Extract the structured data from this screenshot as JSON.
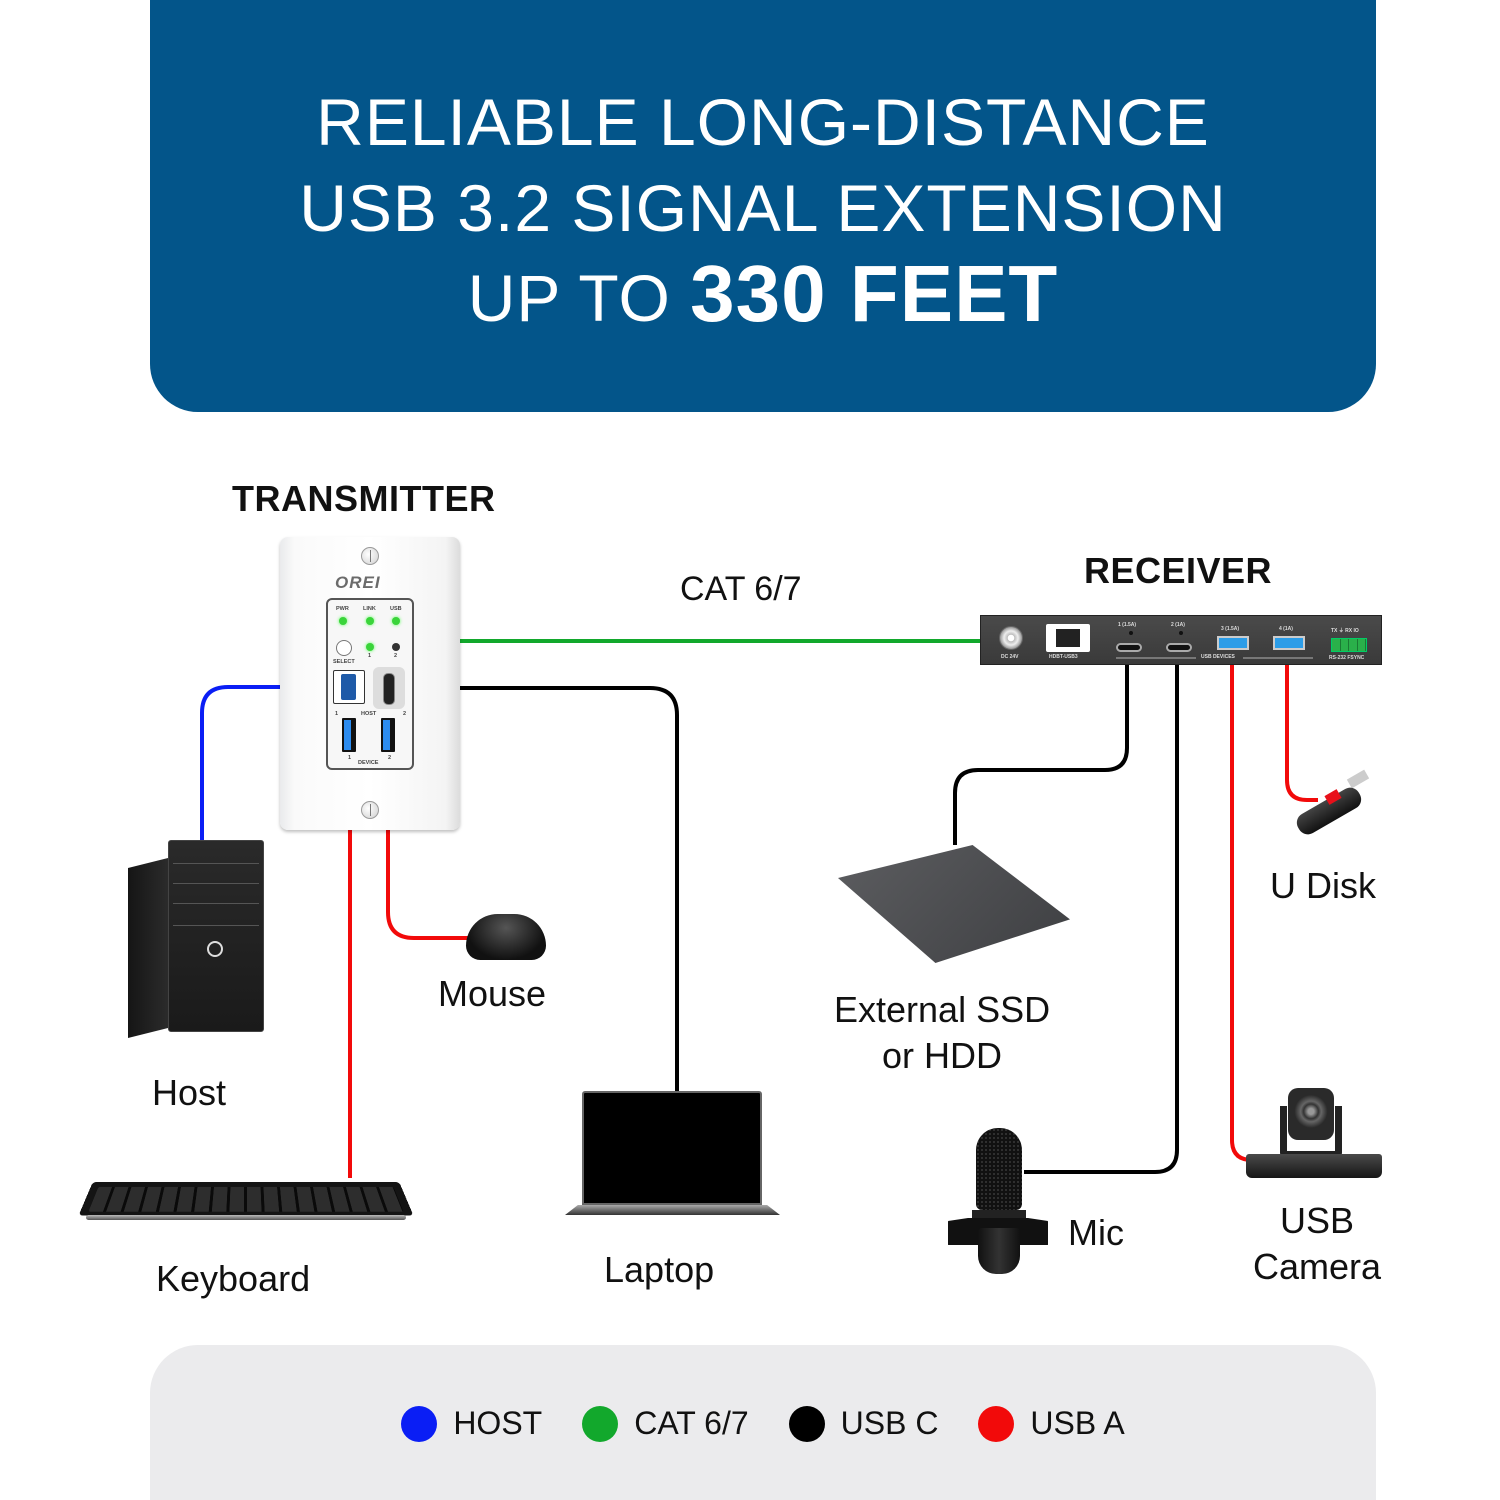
{
  "banner": {
    "line1": "RELIABLE LONG-DISTANCE",
    "line2": "USB 3.2 SIGNAL EXTENSION",
    "line3_prefix": "UP TO",
    "line3_emphasis": "330 FEET",
    "background": "#03558a"
  },
  "transmitter": {
    "title": "TRANSMITTER",
    "brand": "OREI",
    "indicators": [
      "PWR",
      "LINK",
      "USB"
    ],
    "select_label": "SELECT",
    "host_select": [
      "1",
      "2"
    ],
    "host_label": "HOST",
    "host_ports": [
      "1",
      "2"
    ],
    "device_label": "DEVICE",
    "device_ports": [
      "1",
      "2"
    ]
  },
  "receiver": {
    "title": "RECEIVER",
    "power_label": "DC 24V",
    "hdbt_label": "HDBT-USB3",
    "usb_devices_label": "USB DEVICES",
    "ports": [
      "1 (1.5A)",
      "2 (1A)",
      "3 (1.5A)",
      "4 (1A)"
    ],
    "rs232_pins": "TX ⏚ RX IO",
    "rs232_label": "RS-232 FSYNC"
  },
  "cable": {
    "label": "CAT 6/7"
  },
  "devices": {
    "host": "Host",
    "keyboard": "Keyboard",
    "mouse": "Mouse",
    "laptop": "Laptop",
    "ssd_line1": "External SSD",
    "ssd_line2": "or HDD",
    "mic": "Mic",
    "udisk": "U Disk",
    "camera_line1": "USB",
    "camera_line2": "Camera"
  },
  "legend": {
    "items": [
      {
        "label": "HOST",
        "color": "#0a1ef5"
      },
      {
        "label": "CAT 6/7",
        "color": "#12a82c"
      },
      {
        "label": "USB C",
        "color": "#000000"
      },
      {
        "label": "USB A",
        "color": "#f20a0a"
      }
    ]
  },
  "colors": {
    "host": "#0a1ef5",
    "cat": "#12a82c",
    "usbc": "#000000",
    "usba": "#f20a0a"
  }
}
